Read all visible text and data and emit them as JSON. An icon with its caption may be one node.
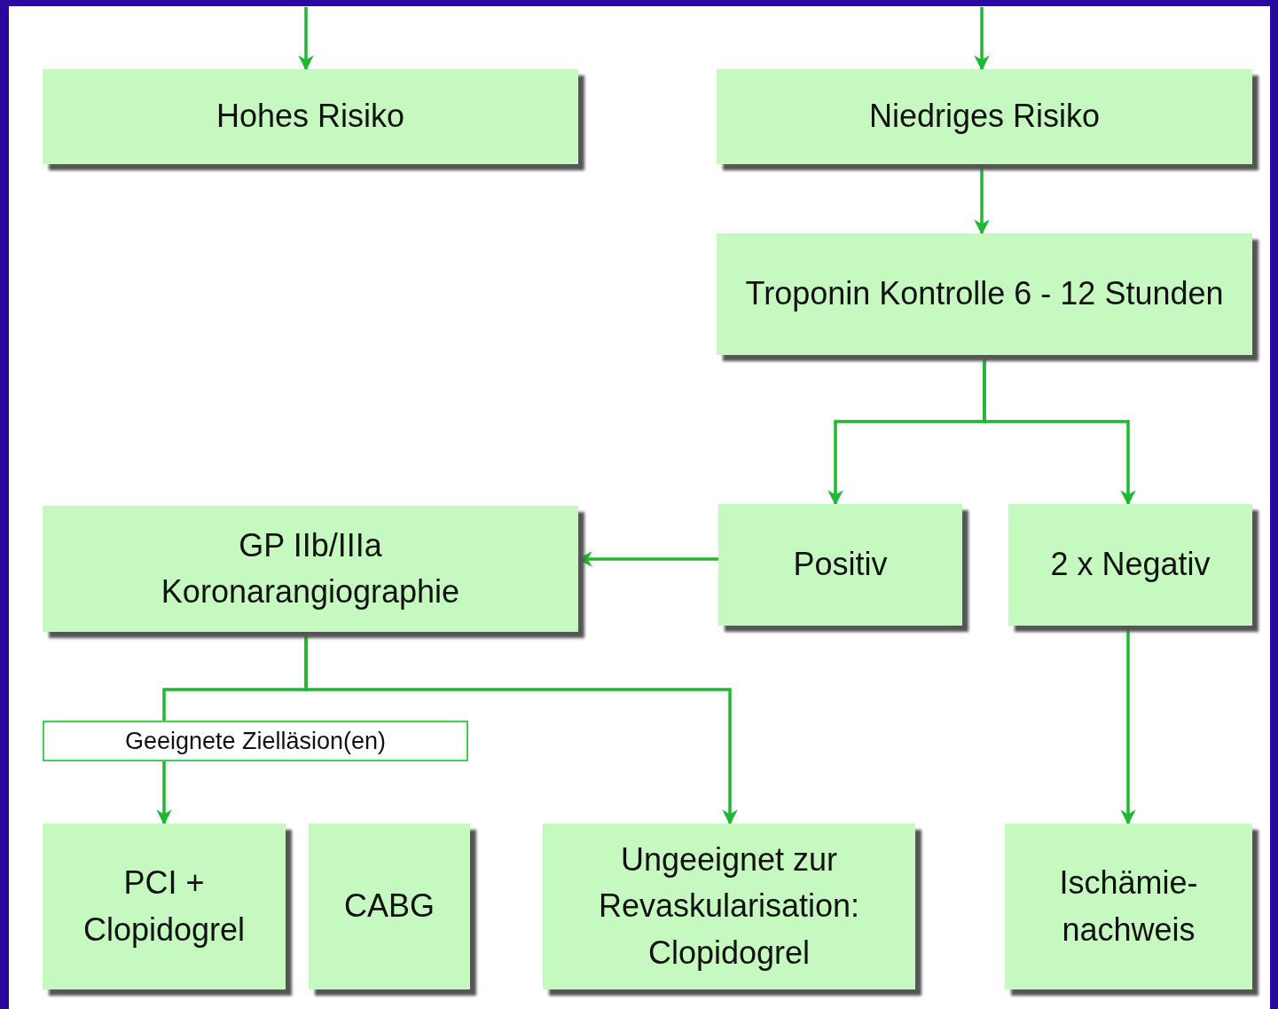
{
  "diagram": {
    "nodes": [
      {
        "text": [
          "Hohes Risiko"
        ]
      },
      {
        "text": [
          "Niedriges Risiko"
        ]
      },
      {
        "text": [
          "Troponin Kontrolle 6 - 12 Stunden"
        ]
      },
      {
        "text": [
          "Positiv"
        ]
      },
      {
        "text": [
          "2 x Negativ"
        ]
      },
      {
        "text": [
          "GP IIb/IIIa",
          "Koronarangiographie"
        ]
      },
      {
        "text": [
          "Geeignete Zielläsion(en)"
        ]
      },
      {
        "text": [
          "PCI + Clopidogrel"
        ]
      },
      {
        "text": [
          "CABG"
        ]
      },
      {
        "text": [
          "Ungeeignet zur Revaskularisation: Clopidogrel"
        ]
      },
      {
        "text": [
          "Ischämie- nachweis"
        ]
      }
    ],
    "edges": [
      {
        "from": null,
        "to": 0,
        "arrow": "to"
      },
      {
        "from": null,
        "to": 1,
        "arrow": "to"
      },
      {
        "from": 1,
        "to": 2,
        "arrow": "to"
      },
      {
        "from": 2,
        "to": 3,
        "arrow": "to"
      },
      {
        "from": 2,
        "to": 4,
        "arrow": "to"
      },
      {
        "from": 3,
        "to": 5,
        "arrow": "to"
      },
      {
        "from": 5,
        "to": 6,
        "arrow": "none"
      },
      {
        "from": 6,
        "to": 7,
        "arrow": "to"
      },
      {
        "from": 5,
        "to": 9,
        "arrow": "to"
      },
      {
        "from": 4,
        "to": 10,
        "arrow": "to"
      }
    ]
  }
}
